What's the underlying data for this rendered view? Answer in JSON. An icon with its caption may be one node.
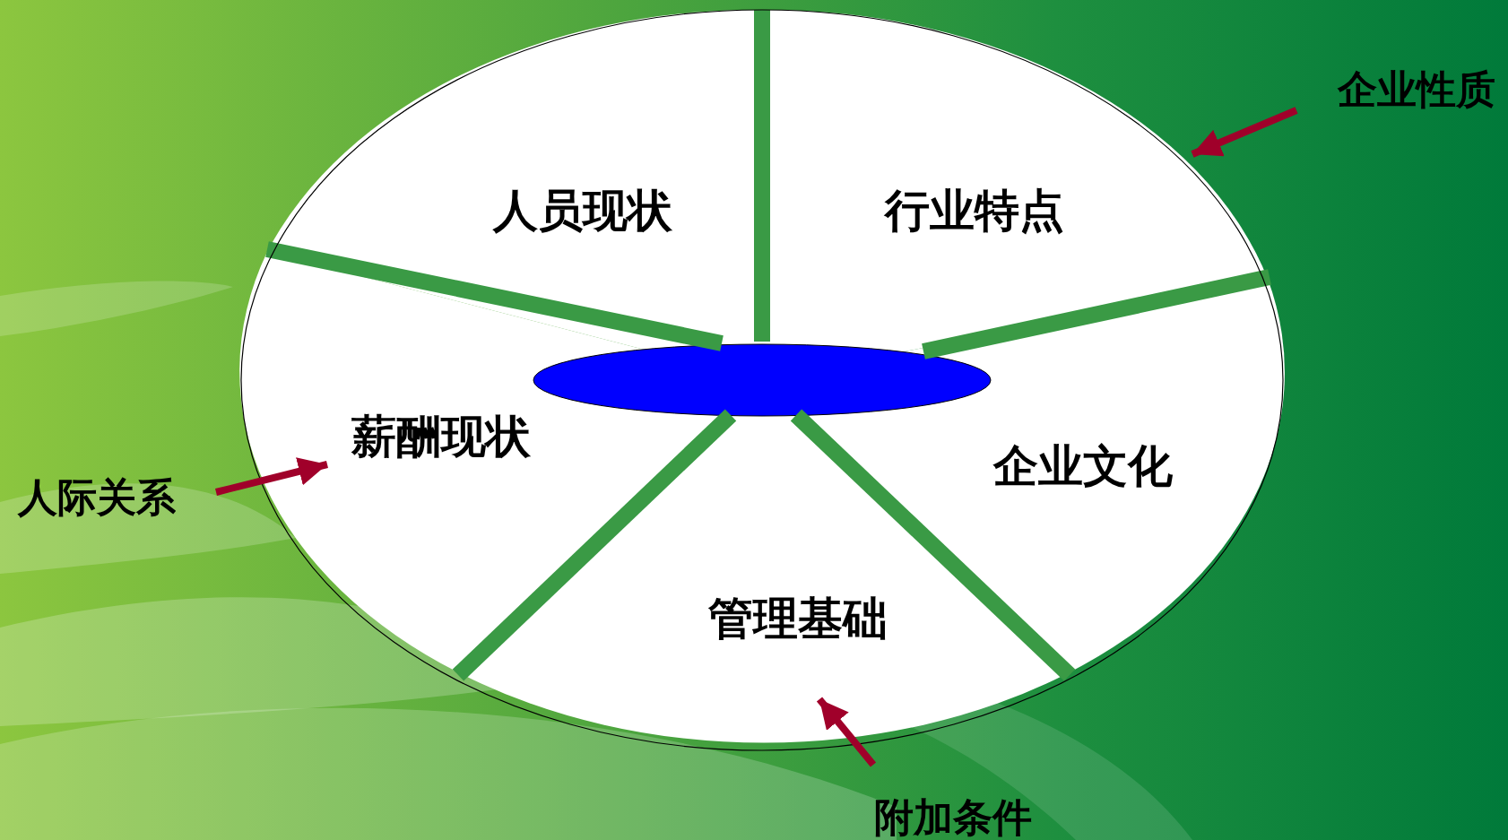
{
  "diagram": {
    "nodes": [
      {
        "text": [
          "人员现状"
        ]
      },
      {
        "text": [
          "行业特点"
        ]
      },
      {
        "text": [
          "企业性质"
        ]
      },
      {
        "text": [
          "薪酬现状"
        ]
      },
      {
        "text": [
          "企业文化"
        ]
      },
      {
        "text": [
          "人际关系"
        ]
      },
      {
        "text": [
          "管理基础"
        ]
      },
      {
        "text": [
          "附加条件"
        ]
      },
      {
        "text": [],
        "shape": "ellipse"
      }
    ],
    "edges": [
      {
        "from": 2,
        "to": 1,
        "arrow": "to"
      },
      {
        "from": 5,
        "to": 3,
        "arrow": "to"
      },
      {
        "from": 7,
        "to": 6,
        "arrow": "to"
      }
    ]
  }
}
